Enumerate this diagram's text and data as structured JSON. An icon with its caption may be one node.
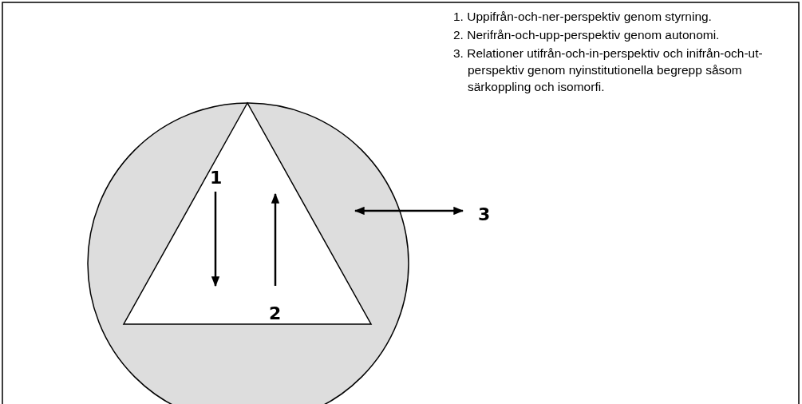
{
  "diagram": {
    "nodes": [
      {
        "text": [],
        "shape": "circle"
      },
      {
        "text": [],
        "shape": "triangle",
        "in": 0
      }
    ],
    "labels": [
      "1. Uppifrån-och-ner-perspektiv genom styrning.",
      "2. Nerifrån-och-upp-perspektiv genom autonomi.",
      "3. Relationer utifrån-och-in-perspektiv och inifrån-och-ut-perspektiv genom nyinstitutionella begrepp såsom särkoppling och isomorfi.",
      "1",
      "3",
      "2"
    ]
  }
}
